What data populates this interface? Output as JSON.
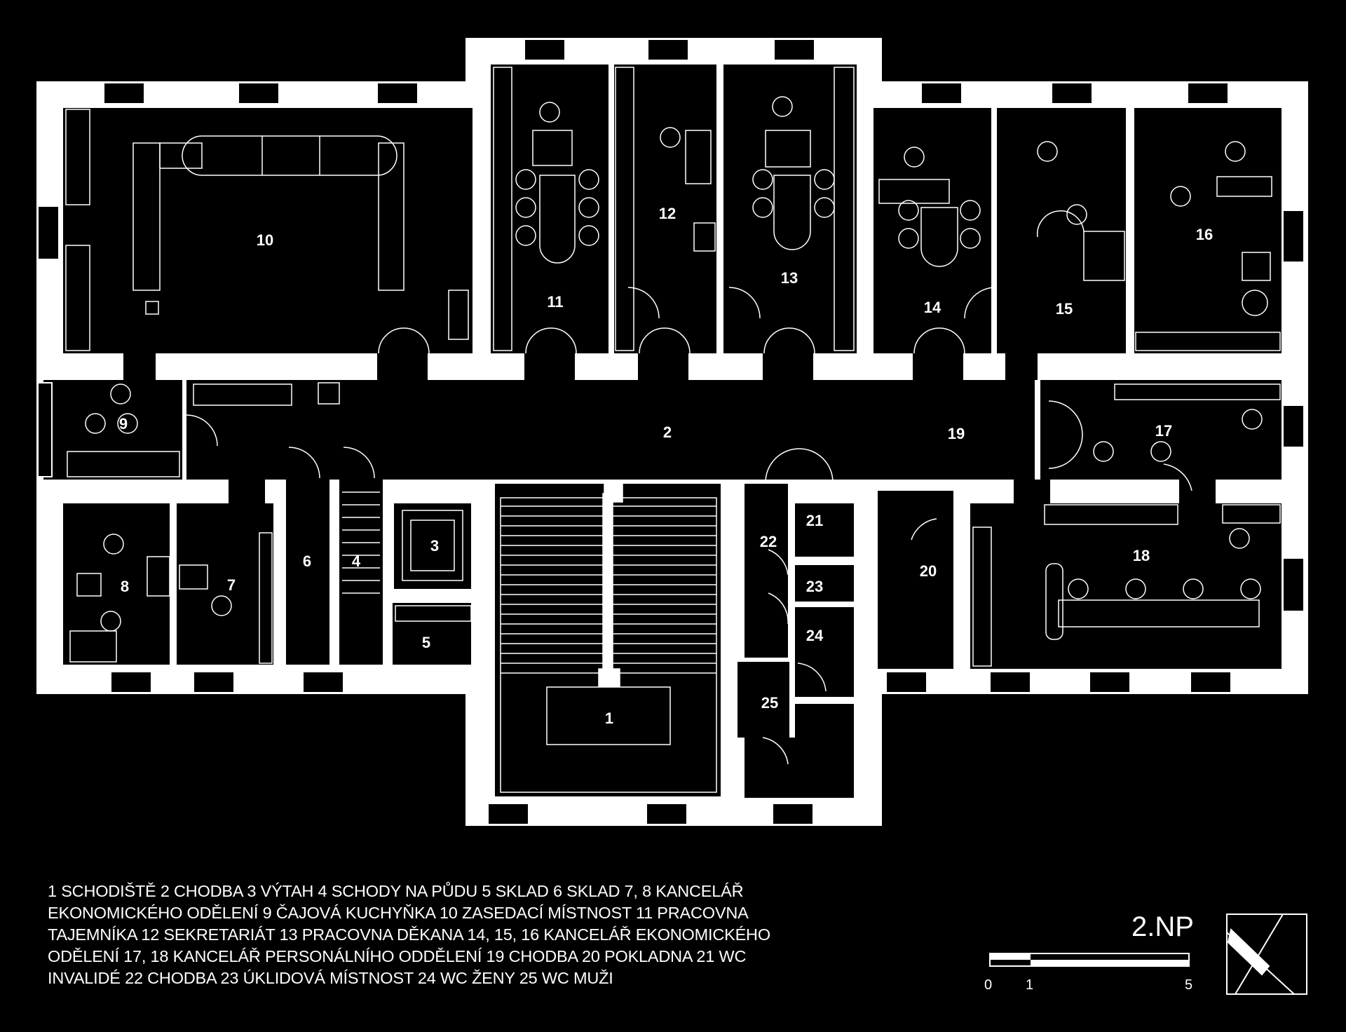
{
  "rooms": [
    {
      "label": "1"
    },
    {
      "label": "2"
    },
    {
      "label": "3"
    },
    {
      "label": "4"
    },
    {
      "label": "5"
    },
    {
      "label": "6"
    },
    {
      "label": "7"
    },
    {
      "label": "8"
    },
    {
      "label": "9"
    },
    {
      "label": "10"
    },
    {
      "label": "11"
    },
    {
      "label": "12"
    },
    {
      "label": "13"
    },
    {
      "label": "14"
    },
    {
      "label": "15"
    },
    {
      "label": "16"
    },
    {
      "label": "17"
    },
    {
      "label": "18"
    },
    {
      "label": "19"
    },
    {
      "label": "20"
    },
    {
      "label": "21"
    },
    {
      "label": "22"
    },
    {
      "label": "23"
    },
    {
      "label": "24"
    },
    {
      "label": "25"
    }
  ],
  "legend": [
    "1  SCHODIŠTĚ   2  CHODBA  3  VÝTAH   4  SCHODY NA PŮDU   5  SKLAD   6  SKLAD   7, 8  KANCELÁŘ",
    "EKONOMICKÉHO ODĚLENÍ  9  ČAJOVÁ  KUCHYŇKA   10  ZASEDACÍ  MÍSTNOST   11  PRACOVNA",
    "TAJEMNÍKA   12  SEKRETARIÁT   13  PRACOVNA  DĚKANA   14, 15, 16  KANCELÁŘ  EKONOMICKÉHO",
    "ODĚLENÍ   17, 18   KANCELÁŘ  PERSONÁLNÍHO  ODDĚLENÍ    19  CHODBA  20  POKLADNA    21  WC",
    "INVALIDÉ    22  CHODBA    23  ÚKLIDOVÁ MÍSTNOST   24  WC ŽENY   25  WC MUŽI"
  ],
  "floor_label": "2.NP",
  "scale": {
    "ticks": [
      "0",
      "1",
      "5"
    ]
  }
}
